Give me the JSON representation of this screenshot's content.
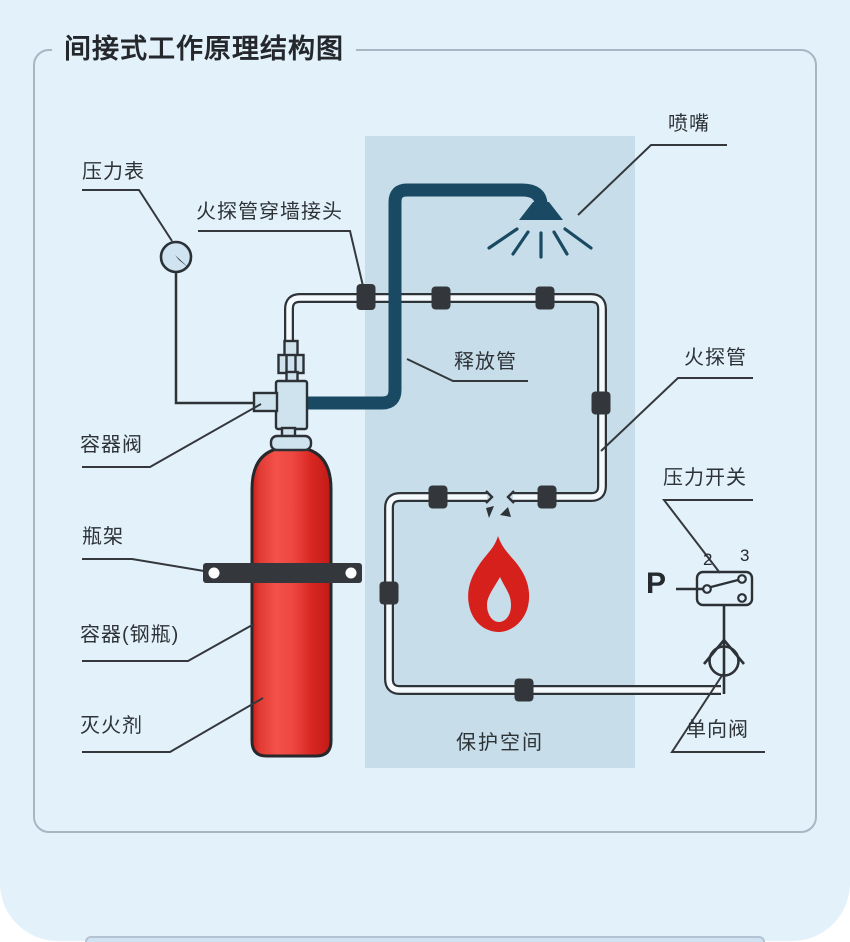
{
  "page": {
    "title": "间接式工作原理结构图"
  },
  "labels": {
    "pressure_gauge": "压力表",
    "wall_fitting": "火探管穿墙接头",
    "nozzle": "喷嘴",
    "release_pipe": "释放管",
    "detection_tube": "火探管",
    "container_valve": "容器阀",
    "cylinder_bracket": "瓶架",
    "cylinder": "容器(钢瓶)",
    "extinguishing_agent": "灭火剂",
    "protected_space": "保护空间",
    "pressure_switch": "压力开关",
    "check_valve": "单向阀",
    "port_p": "P",
    "terminal_2": "2",
    "terminal_3": "3"
  },
  "colors": {
    "background": "#e3f1fb",
    "card_border": "#a7b6c3",
    "protected_space_fill": "#c7deea",
    "release_pipe": "#1a4a63",
    "tube_outline": "#2e3338",
    "cylinder_red": "#ee4740",
    "flame_red": "#d6201c",
    "text": "#2d3237"
  }
}
